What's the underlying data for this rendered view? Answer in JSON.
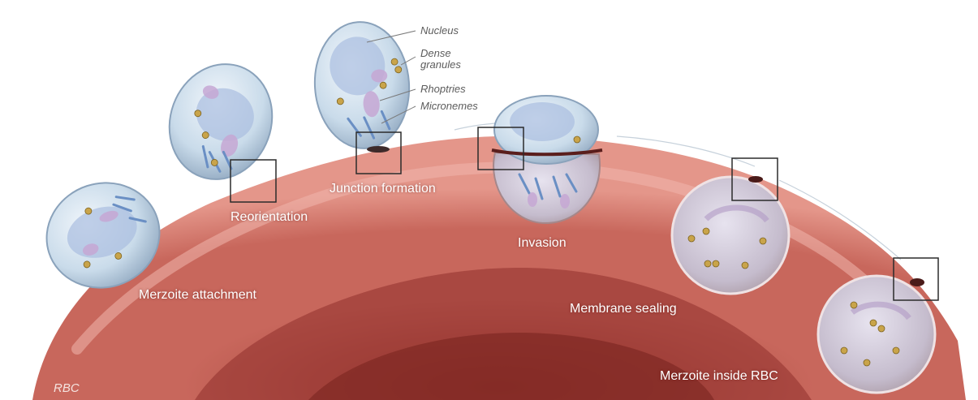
{
  "diagram": {
    "cell_label": "RBC",
    "stages": [
      {
        "key": "attachment",
        "label": "Merzoite attachment"
      },
      {
        "key": "reorientation",
        "label": "Reorientation"
      },
      {
        "key": "junction",
        "label": "Junction formation"
      },
      {
        "key": "invasion",
        "label": "Invasion"
      },
      {
        "key": "sealing",
        "label": "Membrane sealing"
      },
      {
        "key": "inside",
        "label": "Merzoite inside RBC"
      }
    ],
    "parts": [
      {
        "key": "nucleus",
        "label": "Nucleus"
      },
      {
        "key": "dense_granules",
        "label": "Dense\ngranules"
      },
      {
        "key": "rhoptries",
        "label": "Rhoptries"
      },
      {
        "key": "micronemes",
        "label": "Micronemes"
      }
    ],
    "colors": {
      "rbc_surface": "#c8675c",
      "rbc_highlight": "#e4968a",
      "rbc_shadow": "#9e3d36",
      "merozoite_body": "#c9dbea",
      "merozoite_outline": "#8aa2bb",
      "nucleus": "#a9bde0",
      "rhoptry": "#c6a7d4",
      "microneme": "#6a8fc4",
      "dense_granule": "#c9a44a",
      "label_text": "#ffffff",
      "part_label_text": "#5c5c5c",
      "box_stroke": "#2b2b2b"
    }
  }
}
